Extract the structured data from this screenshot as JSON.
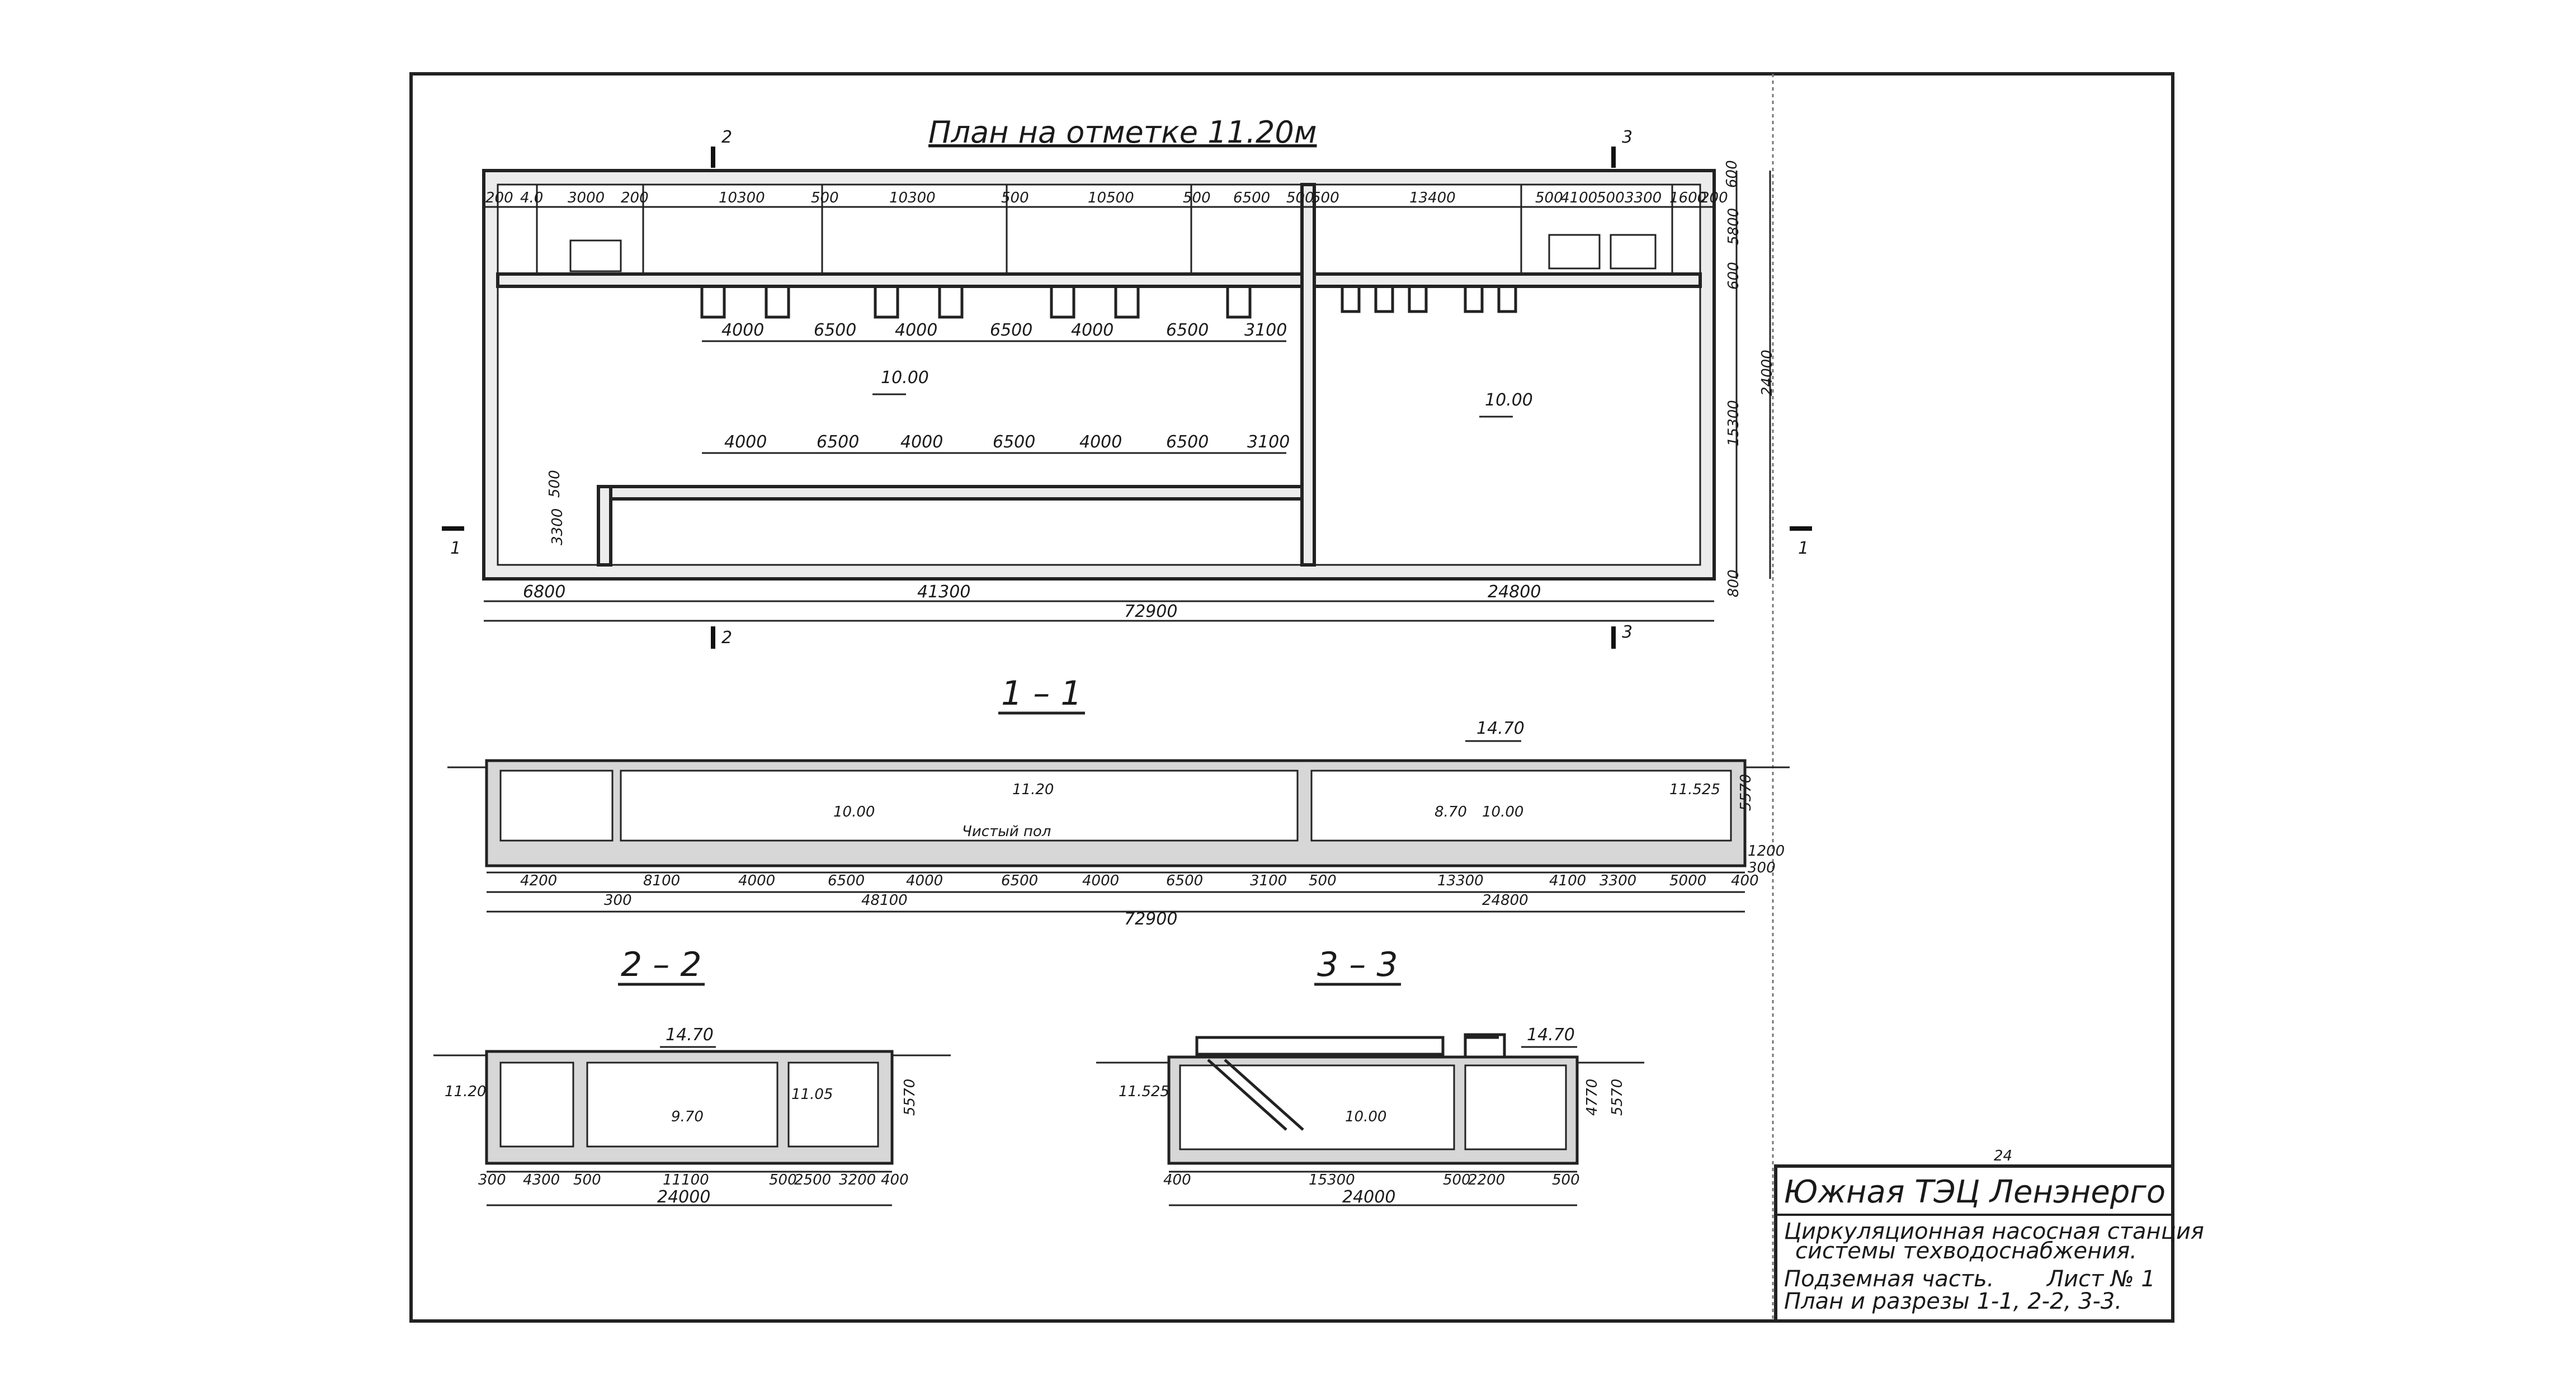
{
  "plan": {
    "title": "План на отметке 11.20м",
    "section_marks": {
      "s2_top": "2",
      "s3_top": "3",
      "s2_bottom": "2",
      "s3_bottom": "3",
      "s1_left": "1",
      "s1_right": "1"
    },
    "top_dims": [
      "200",
      "4.0",
      "3000",
      "200",
      "10300",
      "500",
      "10300",
      "500",
      "10500",
      "500",
      "6500",
      "500",
      "500",
      "13400",
      "500",
      "4100",
      "500",
      "3300",
      "1600",
      "200"
    ],
    "pump_dims_top": [
      "4000",
      "6500",
      "4000",
      "6500",
      "4000",
      "6500",
      "3100"
    ],
    "pump_dims_mid": [
      "4000",
      "6500",
      "4000",
      "6500",
      "4000",
      "6500",
      "3100"
    ],
    "levels": [
      "10.00",
      "10.00"
    ],
    "bottom_dims": [
      "6800",
      "41300",
      "24800"
    ],
    "total": "72900",
    "right_dims": [
      "600",
      "5800",
      "600",
      "15300",
      "24000",
      "800"
    ],
    "left_dims": [
      "500",
      "3300"
    ]
  },
  "section_1": {
    "label": "1 – 1",
    "levels": {
      "top": "14.70",
      "water": "11.20",
      "bottom": "10.00",
      "right_bottom": "10.00",
      "right": "11.525",
      "mid": "8.70"
    },
    "note": "Чистый пол",
    "dims_row1": [
      "4200",
      "8100",
      "4000",
      "6500",
      "4000",
      "6500",
      "4000",
      "6500",
      "3100",
      "500",
      "13300",
      "4100",
      "3300",
      "5000",
      "400"
    ],
    "dims_row2": [
      "300",
      "48100",
      "24800"
    ],
    "total": "72900",
    "right_dims": [
      "5570",
      "1200",
      "300"
    ]
  },
  "section_2": {
    "label": "2 – 2",
    "levels": {
      "top": "14.70",
      "left": "11.20",
      "bottom": "9.70",
      "right": "11.05"
    },
    "dims": [
      "300",
      "4300",
      "500",
      "11100",
      "500",
      "2500",
      "3200",
      "400"
    ],
    "total": "24000",
    "right_dim": "5570"
  },
  "section_3": {
    "label": "3 – 3",
    "levels": {
      "top": "14.70",
      "left": "11.525",
      "bottom": "10.00"
    },
    "dims": [
      "400",
      "15300",
      "500",
      "2200",
      "500"
    ],
    "total": "24000",
    "right_dims": [
      "4770",
      "5570"
    ]
  },
  "stamp": {
    "page_number": "24",
    "org": "Южная ТЭЦ Ленэнерго",
    "desc_line1": "Циркуляционная насосная станция",
    "desc_line2": "системы техводоснабжения.",
    "part": "Подземная часть.",
    "sheet": "Лист № 1",
    "contents": "План и разрезы 1-1, 2-2, 3-3."
  }
}
